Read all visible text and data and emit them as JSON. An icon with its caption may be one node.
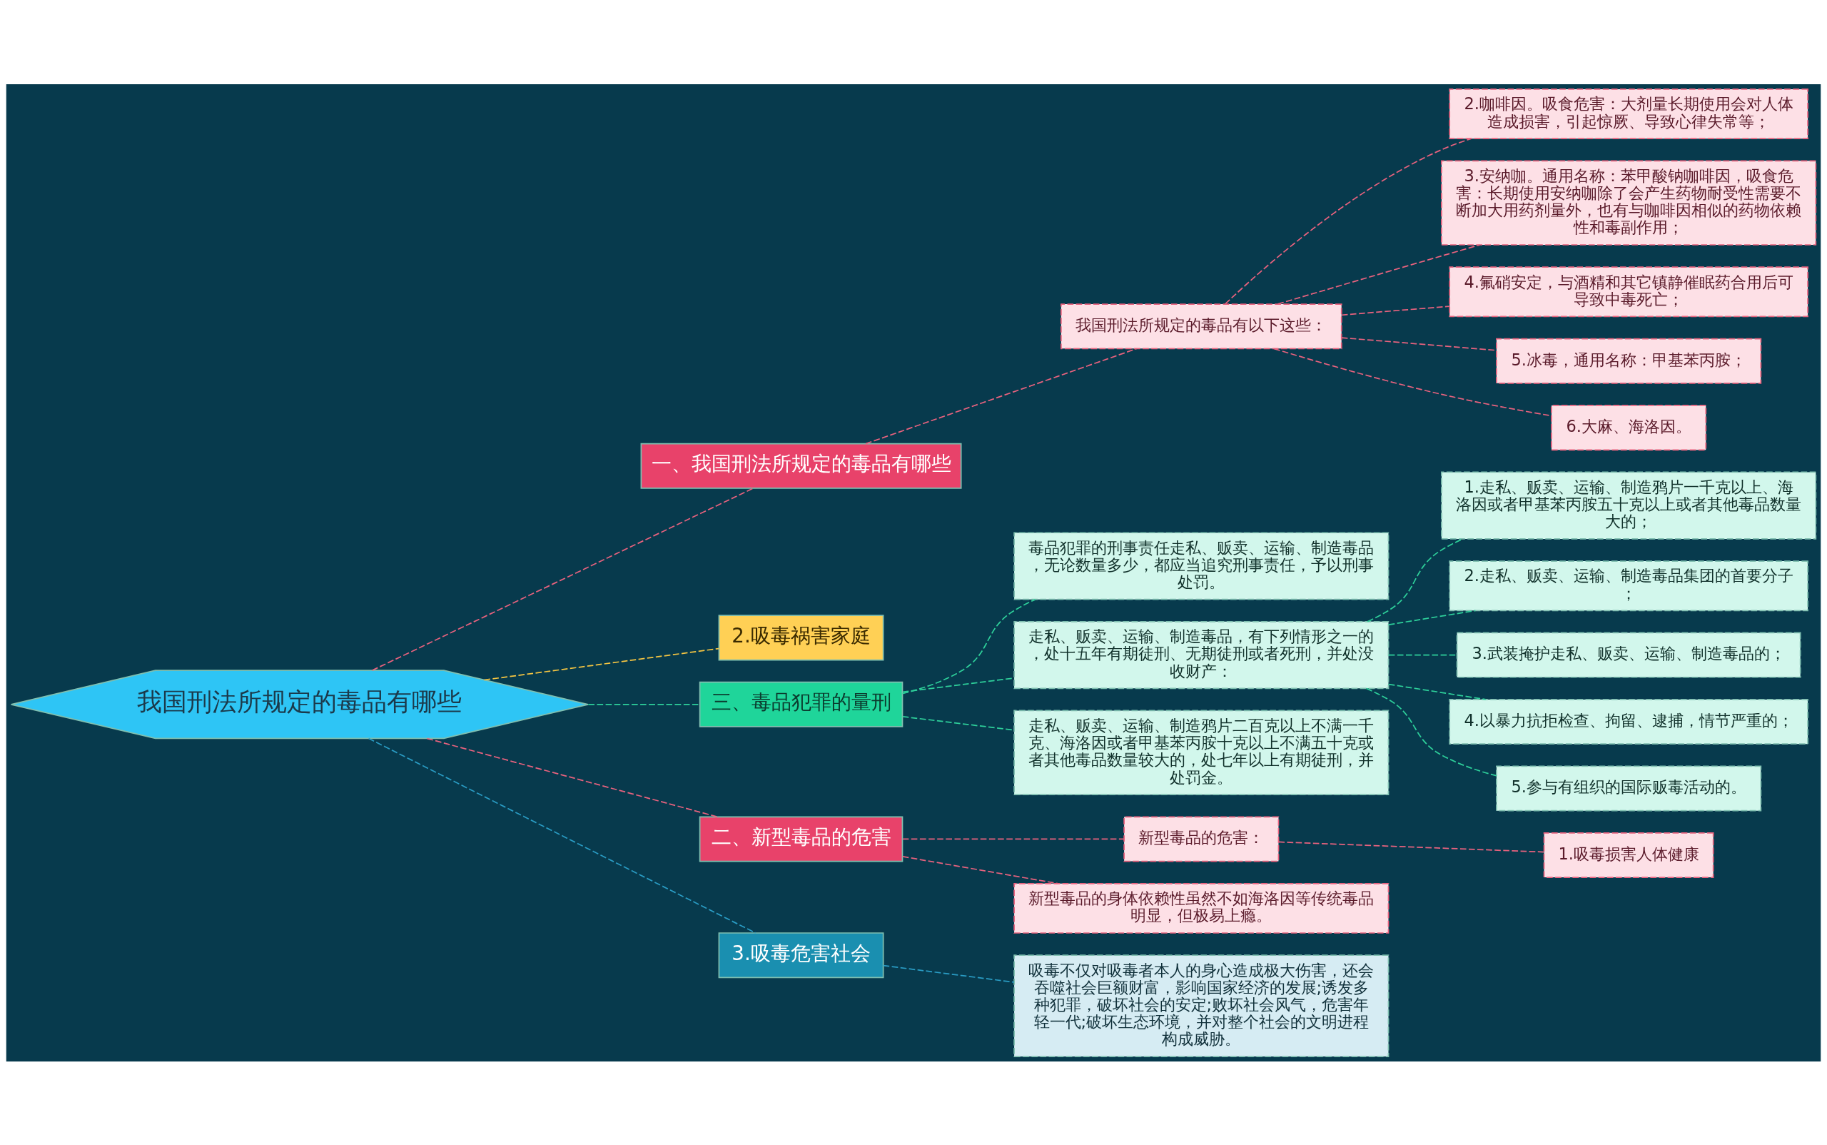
{
  "diagram": {
    "nodes": [
      {
        "text": [
          "我国刑法所规定的毒品有哪些"
        ]
      },
      {
        "text": [
          "一、我国刑法所规定的毒品有哪些"
        ]
      },
      {
        "text": [
          "我国刑法所规定的毒品有以下这些："
        ]
      },
      {
        "text": [
          "2.咖啡因。吸食危害：大剂量长期使用会对人体造成损害，引起惊厥、导致心律失常等；"
        ]
      },
      {
        "text": [
          "3.安纳咖。通用名称：苯甲酸钠咖啡因，吸食危害：长期使用安纳咖除了会产生药物耐受性需要不断加大用药剂量外，也有与咖啡因相似的药物依赖性和毒副作用；"
        ]
      },
      {
        "text": [
          "4.氟硝安定，与酒精和其它镇静催眠药合用后可导致中毒死亡；"
        ]
      },
      {
        "text": [
          "5.冰毒，通用名称：甲基苯丙胺；"
        ]
      },
      {
        "text": [
          "6.大麻、海洛因。"
        ]
      },
      {
        "text": [
          "2.吸毒祸害家庭"
        ]
      },
      {
        "text": [
          "三、毒品犯罪的量刑"
        ]
      },
      {
        "text": [
          "毒品犯罪的刑事责任走私、贩卖、运输、制造毒品，无论数量多少，都应当追究刑事责任，予以刑事处罚。"
        ]
      },
      {
        "text": [
          "走私、贩卖、运输、制造毒品，有下列情形之一的，处十五年有期徒刑、无期徒刑或者死刑，并处没收财产："
        ]
      },
      {
        "text": [
          "1.走私、贩卖、运输、制造鸦片一千克以上、海洛因或者甲基苯丙胺五十克以上或者其他毒品数量大的；"
        ]
      },
      {
        "text": [
          "2.走私、贩卖、运输、制造毒品集团的首要分子；"
        ]
      },
      {
        "text": [
          "3.武装掩护走私、贩卖、运输、制造毒品的；"
        ]
      },
      {
        "text": [
          "4.以暴力抗拒检查、拘留、逮捕，情节严重的；"
        ]
      },
      {
        "text": [
          "5.参与有组织的国际贩毒活动的。"
        ]
      },
      {
        "text": [
          "走私、贩卖、运输、制造鸦片二百克以上不满一千克、海洛因或者甲基苯丙胺十克以上不满五十克或者其他毒品数量较大的，处七年以上有期徒刑，并处罚金。"
        ]
      },
      {
        "text": [
          "二、新型毒品的危害"
        ]
      },
      {
        "text": [
          "新型毒品的危害："
        ]
      },
      {
        "text": [
          "1.吸毒损害人体健康"
        ]
      },
      {
        "text": [
          "新型毒品的身体依赖性虽然不如海洛因等传统毒品明显，但极易上瘾。"
        ]
      },
      {
        "text": [
          "3.吸毒危害社会"
        ]
      },
      {
        "text": [
          "吸毒不仅对吸毒者本人的身心造成极大伤害，还会吞噬社会巨额财富，影响国家经济的发展;诱发多种犯罪，破坏社会的安定;败坏社会风气，危害年轻一代;破坏生态环境，并对整个社会的文明进程构成威胁。"
        ]
      }
    ],
    "edges": [
      {
        "from": 0,
        "to": 1,
        "arrow": "none",
        "style": "dashed",
        "color": "#e8627e"
      },
      {
        "from": 1,
        "to": 2,
        "arrow": "none",
        "style": "dashed",
        "color": "#e8627e"
      },
      {
        "from": 2,
        "to": 3,
        "arrow": "none",
        "style": "dashed",
        "color": "#e8627e"
      },
      {
        "from": 2,
        "to": 4,
        "arrow": "none",
        "style": "dashed",
        "color": "#e8627e"
      },
      {
        "from": 2,
        "to": 5,
        "arrow": "none",
        "style": "dashed",
        "color": "#e8627e"
      },
      {
        "from": 2,
        "to": 6,
        "arrow": "none",
        "style": "dashed",
        "color": "#e8627e"
      },
      {
        "from": 2,
        "to": 7,
        "arrow": "none",
        "style": "dashed",
        "color": "#e8627e"
      },
      {
        "from": 0,
        "to": 8,
        "arrow": "none",
        "style": "dashed",
        "color": "#f5c542"
      },
      {
        "from": 0,
        "to": 9,
        "arrow": "none",
        "style": "dashed",
        "color": "#2ecf9a"
      },
      {
        "from": 9,
        "to": 10,
        "arrow": "none",
        "style": "dashed",
        "color": "#2ecf9a"
      },
      {
        "from": 9,
        "to": 11,
        "arrow": "none",
        "style": "dashed",
        "color": "#2ecf9a"
      },
      {
        "from": 11,
        "to": 12,
        "arrow": "none",
        "style": "dashed",
        "color": "#2ecf9a"
      },
      {
        "from": 11,
        "to": 13,
        "arrow": "none",
        "style": "dashed",
        "color": "#2ecf9a"
      },
      {
        "from": 11,
        "to": 14,
        "arrow": "none",
        "style": "dashed",
        "color": "#2ecf9a"
      },
      {
        "from": 11,
        "to": 15,
        "arrow": "none",
        "style": "dashed",
        "color": "#2ecf9a"
      },
      {
        "from": 11,
        "to": 16,
        "arrow": "none",
        "style": "dashed",
        "color": "#2ecf9a"
      },
      {
        "from": 9,
        "to": 17,
        "arrow": "none",
        "style": "dashed",
        "color": "#2ecf9a"
      },
      {
        "from": 0,
        "to": 18,
        "arrow": "none",
        "style": "dashed",
        "color": "#e8627e"
      },
      {
        "from": 18,
        "to": 19,
        "arrow": "none",
        "style": "dashed",
        "color": "#e8627e"
      },
      {
        "from": 19,
        "to": 20,
        "arrow": "none",
        "style": "dashed",
        "color": "#e8627e"
      },
      {
        "from": 18,
        "to": 21,
        "arrow": "none",
        "style": "dashed",
        "color": "#e8627e"
      },
      {
        "from": 0,
        "to": 22,
        "arrow": "none",
        "style": "dashed",
        "color": "#2a9cc4"
      },
      {
        "from": 22,
        "to": 23,
        "arrow": "none",
        "style": "dashed",
        "color": "#2a9cc4"
      }
    ]
  }
}
